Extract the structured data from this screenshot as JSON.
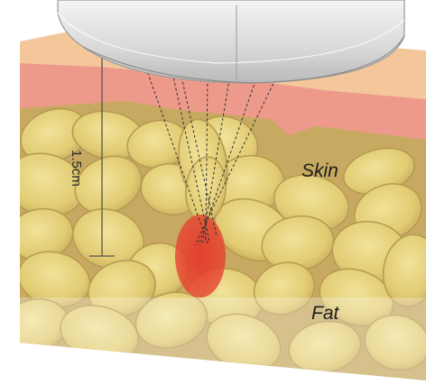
{
  "labels": {
    "skin": "Skin",
    "fat": "Fat",
    "depth": "1.5cm"
  },
  "colors": {
    "epidermis": "#f3c79a",
    "dermis": "#ee9a8a",
    "fat_fill": "#e6d27a",
    "fat_edge": "#b59a52",
    "focal_zone": "#e8402e",
    "transducer": "#dcdcdc"
  }
}
